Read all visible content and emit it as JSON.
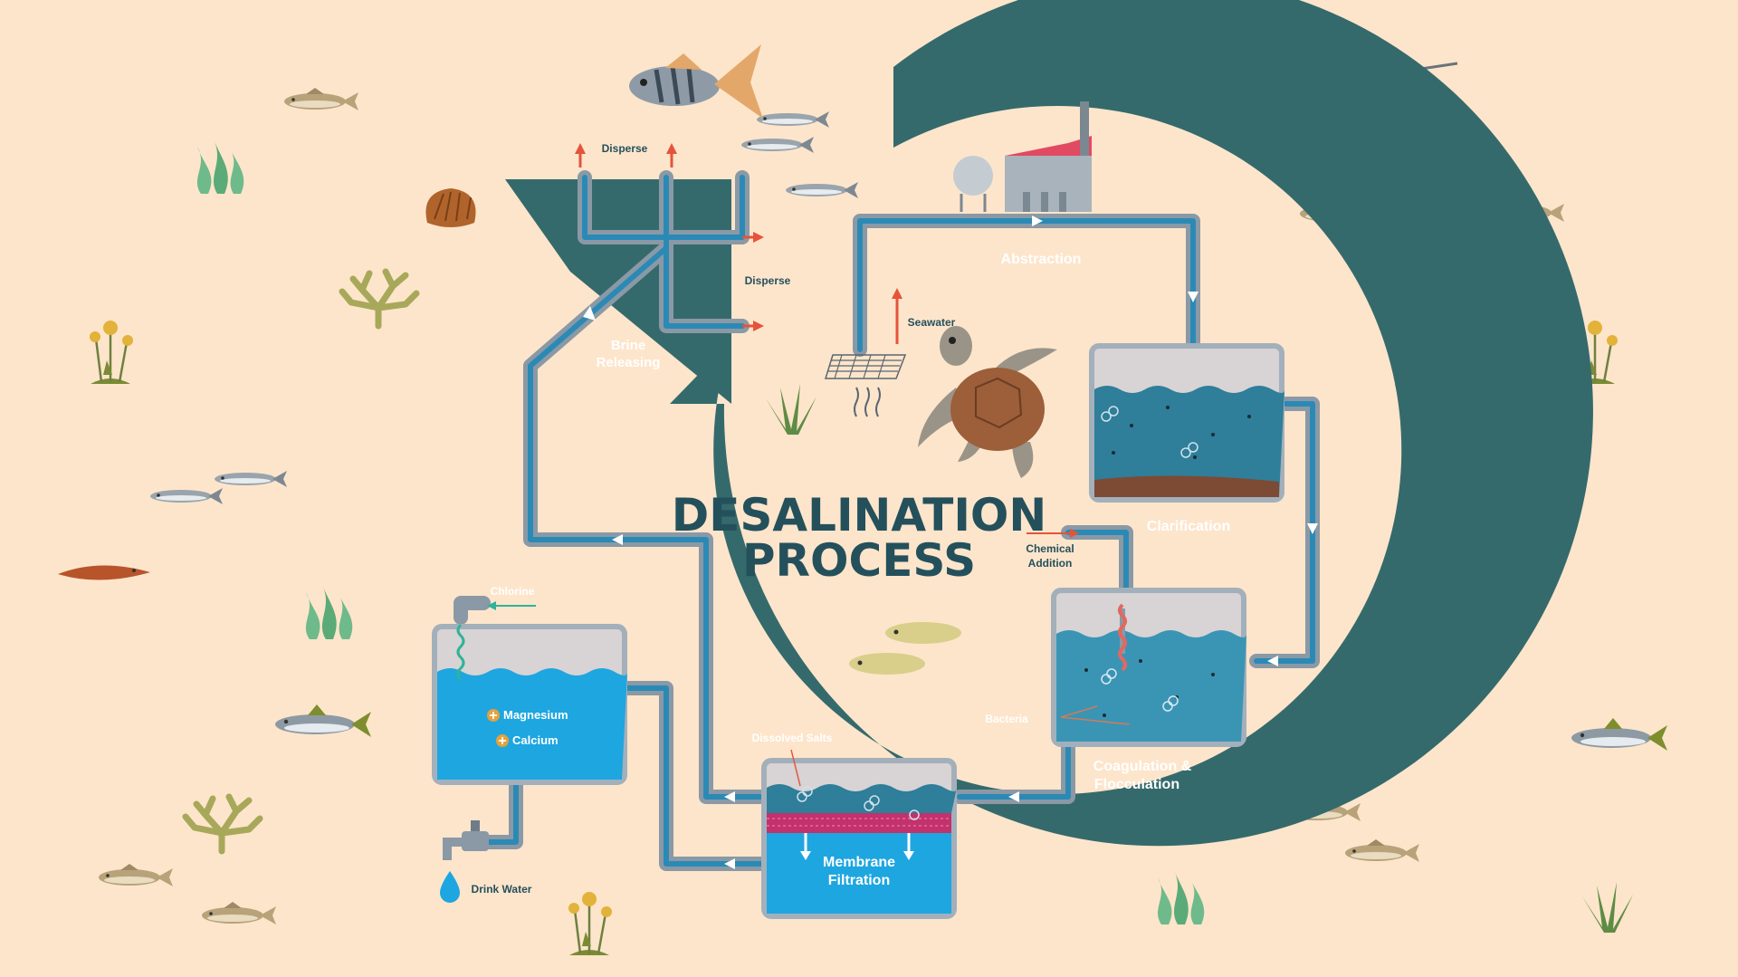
{
  "title": {
    "line1": "DESALINATION",
    "line2": "PROCESS"
  },
  "stages": {
    "abstraction": "Abstraction",
    "clarification": "Clarification",
    "coagulation_line1": "Coagulation &",
    "coagulation_line2": "Flocculation",
    "membrane_line1": "Membrane",
    "membrane_line2": "Filtration",
    "brine_line1": "Brine",
    "brine_line2": "Releasing"
  },
  "labels": {
    "seawater": "Seawater",
    "chemical_line1": "Chemical",
    "chemical_line2": "Addition",
    "bacteria": "Bacteria",
    "dissolved_salts": "Dissolved Salts",
    "chlorine": "Chlorine",
    "magnesium": "Magnesium",
    "calcium": "Calcium",
    "drink_water": "Drink Water",
    "disperse_top": "Disperse",
    "disperse_side": "Disperse"
  },
  "colors": {
    "background": "#fde5cb",
    "cycle_arrow": "#356a6c",
    "pipe_outer": "#8a99a5",
    "pipe_inner": "#2a8ab5",
    "water": "#3a95b5",
    "bright_water": "#1ea6e0",
    "tank_frame": "#a3b0bb",
    "arrow_red": "#e5533b",
    "membrane": "#c2326c",
    "label_text": "#24505c",
    "stage_text": "#ffffff"
  }
}
